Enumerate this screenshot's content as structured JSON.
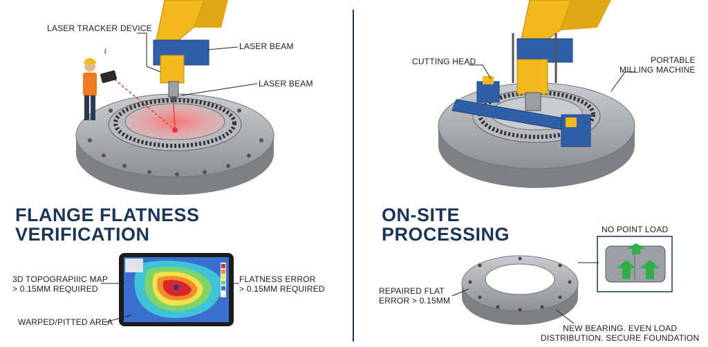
{
  "left_panel": {
    "title_line1": "FLANGE FLATNESS",
    "title_line2": "VERIFICATION",
    "labels": {
      "laser_tracker_device": "LASER TRACKER DEVICE",
      "laser_beam_1": "LASER BEAM",
      "laser_beam_2": "LASER BEAM",
      "topographic_map": "3D TOPOGRAPIIIC MAP\n> 0.15MM REQUIRED",
      "flatness_error": "FLATNESS ERROR\n> 0.15MM REQUIRED",
      "warped_area": "WARPED/PITTED AREA"
    }
  },
  "right_panel": {
    "title_line1": "ON-SITE",
    "title_line2": "PROCESSING",
    "labels": {
      "cutting_head": "CUTTING HEAD",
      "portable_milling_machine": "PORTABLE\nMILLING MACHINE",
      "no_point_load": "NO POINT LOAD",
      "repaired_flat": "REPAIRED FLAT\nERROR > 0.15MM",
      "new_bearing": "NEW BEARING. EVEN LOAD\nDISTRIBUTION. SECURE FOUNDATION"
    }
  },
  "colors": {
    "title": "#1c3557",
    "crane_yellow": "#f2b81c",
    "machine_blue": "#2f5fa8",
    "steel": "#a9adb2",
    "laser_red": "#e23a3a",
    "arrow_green": "#2fae4a"
  }
}
